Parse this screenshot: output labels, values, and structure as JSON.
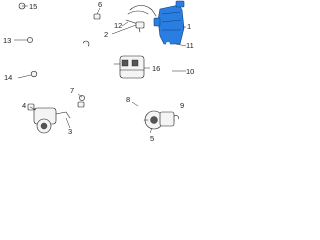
{
  "diagram": {
    "highlight_color": "#2a7de1",
    "callouts": [
      {
        "id": "c1",
        "label": "1"
      },
      {
        "id": "c2",
        "label": "2"
      },
      {
        "id": "c3",
        "label": "3"
      },
      {
        "id": "c4",
        "label": "4"
      },
      {
        "id": "c5",
        "label": "5"
      },
      {
        "id": "c6",
        "label": "6"
      },
      {
        "id": "c7",
        "label": "7"
      },
      {
        "id": "c8",
        "label": "8"
      },
      {
        "id": "c9",
        "label": "9"
      },
      {
        "id": "c10",
        "label": "10"
      },
      {
        "id": "c11",
        "label": "11"
      },
      {
        "id": "c12",
        "label": "12"
      },
      {
        "id": "c13",
        "label": "13"
      },
      {
        "id": "c14",
        "label": "14"
      },
      {
        "id": "c15",
        "label": "15"
      },
      {
        "id": "c16",
        "label": "16"
      }
    ]
  }
}
